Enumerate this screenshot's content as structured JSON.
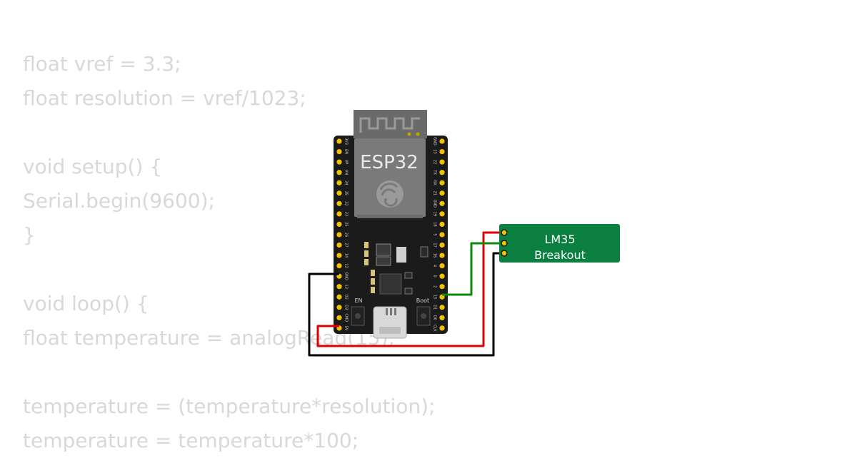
{
  "code_lines": [
    "float vref = 3.3;",
    "float resolution = vref/1023;",
    "",
    "void setup() {",
    "Serial.begin(9600);",
    "}",
    "",
    "void loop() {",
    "float temperature = analogRead(15);",
    "",
    "temperature = (temperature*resolution);",
    "temperature = temperature*100;"
  ],
  "board": {
    "name": "ESP32",
    "left_pins": [
      "3V3",
      "EN",
      "VP",
      "VN",
      "34",
      "35",
      "32",
      "33",
      "25",
      "26",
      "27",
      "14",
      "12",
      "GND",
      "13",
      "D2",
      "D3",
      "CMD",
      "5V"
    ],
    "right_pins": [
      "GND",
      "23",
      "22",
      "TX",
      "RX",
      "21",
      "GND",
      "19",
      "18",
      "5",
      "17",
      "16",
      "4",
      "0",
      "2",
      "15",
      "D1",
      "D0",
      "CLK"
    ],
    "en_button": "EN",
    "boot_button": "Boot"
  },
  "sensor": {
    "line1": "LM35",
    "line2": "Breakout"
  },
  "colors": {
    "board": "#1b1b1b",
    "module_shield": "#6b6b6b",
    "sensor_pcb": "#0b7f3f",
    "pin": "#f2c200",
    "wire_vcc": "#e00000",
    "wire_signal": "#0a8a0a",
    "wire_gnd": "#000000",
    "code_text": "#d8d8d8"
  }
}
